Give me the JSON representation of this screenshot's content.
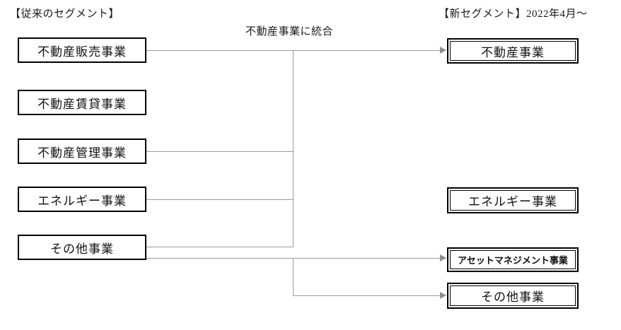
{
  "headers": {
    "left": "【従来のセグメント】",
    "right": "【新セグメント】2022年4月～"
  },
  "annotation": "不動産事業に統合",
  "old_segments": [
    {
      "label": "不動産販売事業"
    },
    {
      "label": "不動産賃貸事業"
    },
    {
      "label": "不動産管理事業"
    },
    {
      "label": "エネルギー事業"
    },
    {
      "label": "その他事業"
    }
  ],
  "new_segments": [
    {
      "label": "不動産事業"
    },
    {
      "label": "エネルギー事業"
    },
    {
      "label": "アセットマネジメント事業"
    },
    {
      "label": "その他事業"
    }
  ],
  "colors": {
    "box_border": "#000000",
    "connector": "#9a9a9a",
    "arrow": "#8e8e8e",
    "text": "#111111",
    "background": "#ffffff"
  }
}
